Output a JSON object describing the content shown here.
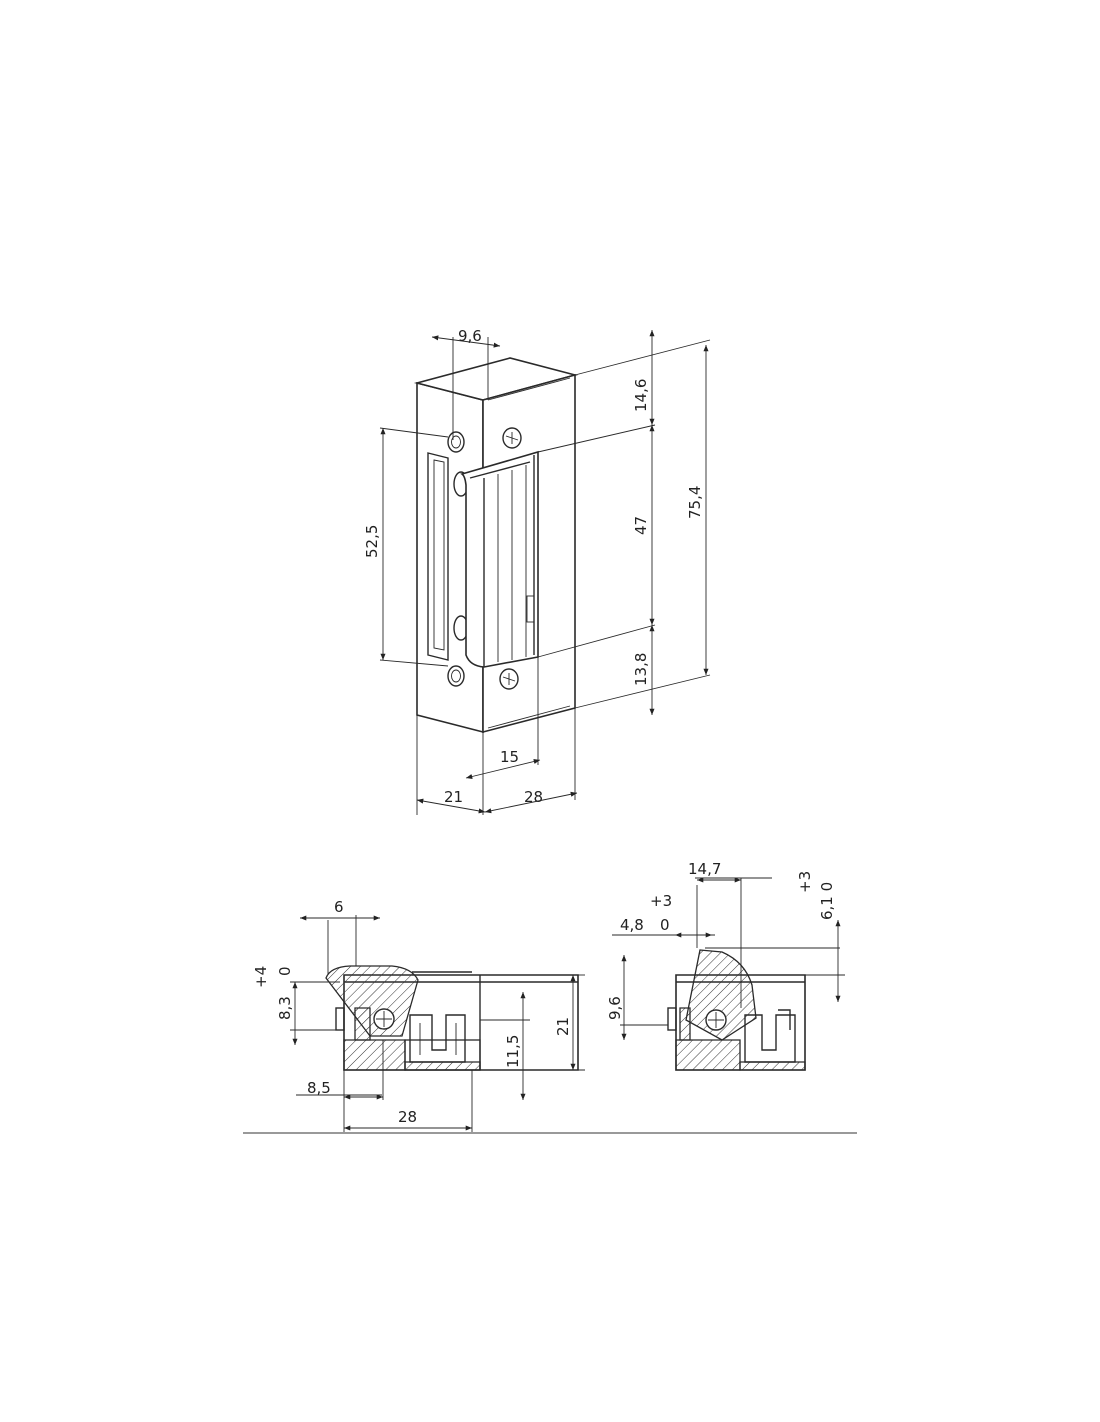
{
  "dimensions": {
    "top_view": {
      "d_9_6": "9,6",
      "d_14_6": "14,6",
      "d_75_4": "75,4",
      "d_52_5": "52,5",
      "d_47": "47",
      "d_13_8": "13,8",
      "d_15": "15",
      "d_21": "21",
      "d_28": "28"
    },
    "section_left": {
      "d_6": "6",
      "d_tol_plus4": "+4",
      "d_tol_0": "0",
      "d_8_3": "8,3",
      "d_11_5": "11,5",
      "d_21": "21",
      "d_8_5": "8,5",
      "d_28": "28"
    },
    "section_right": {
      "d_14_7": "14,7",
      "d_tol_plus3_a": "+3",
      "d_tol_0_a": "0",
      "d_4_8": "4,8",
      "d_tol_plus3_b": "+3",
      "d_6_1_0": "6,1 0",
      "d_9_6": "9,6"
    }
  }
}
